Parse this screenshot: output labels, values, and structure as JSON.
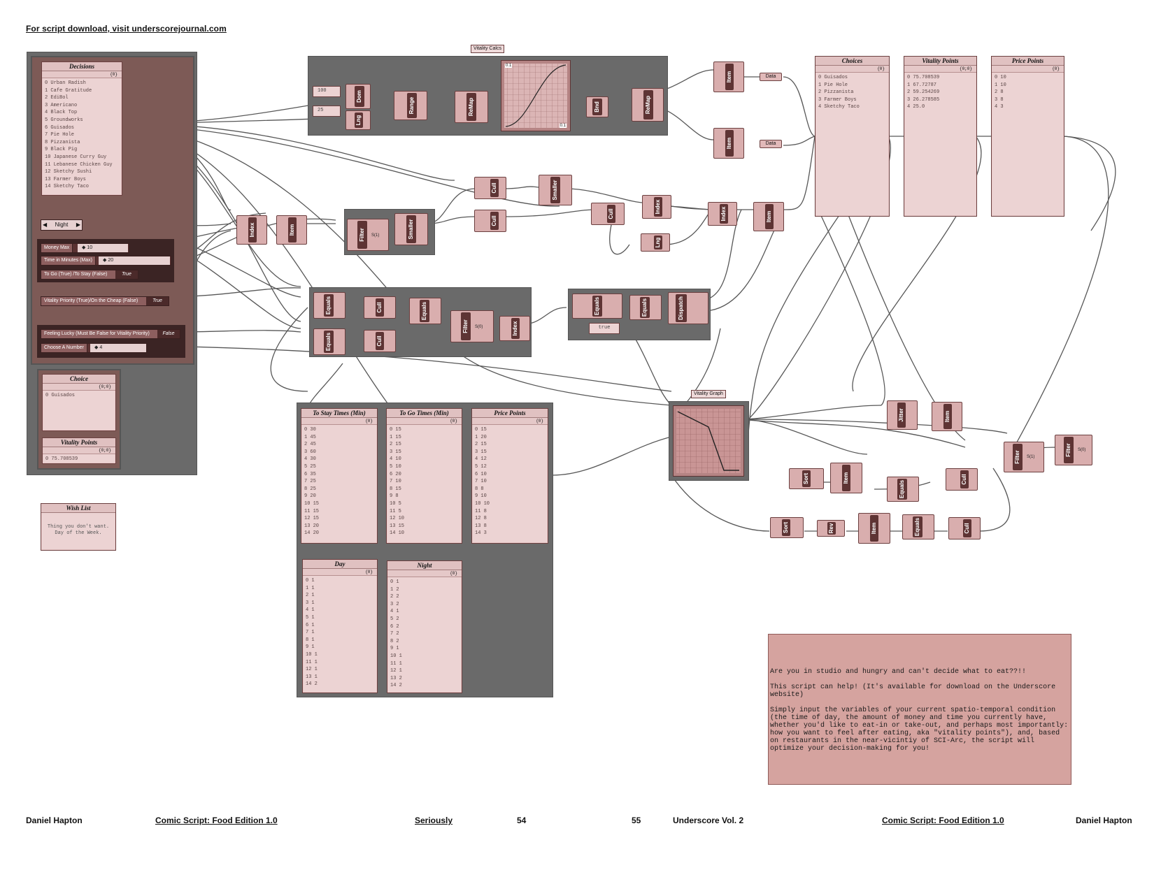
{
  "header": {
    "link_text": "For script download, visit underscorejournal.com"
  },
  "footer": {
    "left_author": "Daniel Hapton",
    "left_title": "Comic Script: Food Edition 1.0",
    "left_section": "Seriously",
    "page_left": "54",
    "page_right": "55",
    "right_section": "Underscore Vol. 2",
    "right_title": "Comic Script: Food Edition 1.0",
    "right_author": "Daniel Hapton"
  },
  "groups": {
    "vitality_calcs": "Vitality Calcs",
    "vitality_graph": "Vitality Graph"
  },
  "decisions": {
    "title": "Decisions",
    "count": "{0}",
    "items": [
      "0 Urban Radish",
      "1 Cafe Gratitude",
      "2 EdiBol",
      "3 Americano",
      "4 Black Top",
      "5 Groundworks",
      "6 Guisados",
      "7 Pie Hole",
      "8 Pizzanista",
      "9 Black Pig",
      "10 Japanese Curry Guy",
      "11 Lebanese Chicken Guy",
      "12 Sketchy Sushi",
      "13 Farmer Boys",
      "14 Sketchy Taco"
    ]
  },
  "inputs": {
    "day_night_value": "Night",
    "money_label": "Money Max",
    "money_value": "◆ 10",
    "time_label": "Time in Minutes (Max)",
    "time_value": "◆ 20",
    "togo_label": "To Go (True) /To Stay (False)",
    "togo_value": "True",
    "vitality_label": "Vitality Priority (True)/On the Cheap (False)",
    "vitality_value": "True",
    "lucky_label": "Feeling Lucky (Must Be False for Vitality Priority)",
    "lucky_value": "False",
    "choose_label": "Choose A Number",
    "choose_value": "◆ 4"
  },
  "choice_out": {
    "title": "Choice",
    "count": "{0;0}",
    "items": [
      "0 Guisados"
    ]
  },
  "vitality_out": {
    "title": "Vitality Points",
    "count": "{0;0}",
    "items": [
      "0 75.708539"
    ]
  },
  "wishlist": {
    "title": "Wish List",
    "lines": [
      "Thing you don't want.",
      "Day of the Week."
    ]
  },
  "vitality_calcs": {
    "num_a": "100",
    "num_b": "25"
  },
  "choices": {
    "title": "Choices",
    "count": "{0}",
    "items": [
      "0 Guisados",
      "1 Pie Hole",
      "2 Pizzanista",
      "3 Farmer Boys",
      "4 Sketchy Taco"
    ]
  },
  "vitality_points": {
    "title": "Vitality Points",
    "count": "{0;0}",
    "items": [
      "0 75.708539",
      "1 67.72787",
      "2 59.254269",
      "3 26.278585",
      "4 25.0"
    ]
  },
  "price_points_top": {
    "title": "Price Points",
    "count": "{0}",
    "items": [
      "0 10",
      "1 10",
      "2 8",
      "3 8",
      "4 3"
    ]
  },
  "to_stay": {
    "title": "To Stay Times (Min)",
    "count": "{0}",
    "items": [
      "0 30",
      "1 45",
      "2 45",
      "3 60",
      "4 30",
      "5 25",
      "6 35",
      "7 25",
      "8 25",
      "9 20",
      "10 15",
      "11 15",
      "12 15",
      "13 20",
      "14 20"
    ]
  },
  "to_go": {
    "title": "To Go Times (Min)",
    "count": "{0}",
    "items": [
      "0 15",
      "1 15",
      "2 15",
      "3 15",
      "4 10",
      "5 10",
      "6 20",
      "7 10",
      "8 15",
      "9 8",
      "10 5",
      "11 5",
      "12 10",
      "13 15",
      "14 10"
    ]
  },
  "price_points": {
    "title": "Price Points",
    "count": "{0}",
    "items": [
      "0 15",
      "1 20",
      "2 15",
      "3 15",
      "4 12",
      "5 12",
      "6 10",
      "7 10",
      "8 8",
      "9 10",
      "10 10",
      "11 8",
      "12 8",
      "13 8",
      "14 3"
    ]
  },
  "day": {
    "title": "Day",
    "count": "{0}",
    "items": [
      "0 1",
      "1 1",
      "2 1",
      "3 1",
      "4 1",
      "5 1",
      "6 1",
      "7 1",
      "8 1",
      "9 1",
      "10 1",
      "11 1",
      "12 1",
      "13 1",
      "14 2"
    ]
  },
  "night": {
    "title": "Night",
    "count": "{0}",
    "items": [
      "0 1",
      "1 2",
      "2 2",
      "3 2",
      "4 1",
      "5 2",
      "6 2",
      "7 2",
      "8 2",
      "9 1",
      "10 1",
      "11 1",
      "12 1",
      "13 2",
      "14 2"
    ]
  },
  "components": {
    "index": "Index",
    "item": "Item",
    "filter": "Filter",
    "smaller": "Smaller",
    "cull": "Cull",
    "equals": "Equals",
    "dispatch": "Dispatch",
    "range": "Range",
    "remap": "ReMap",
    "dom": "Dom",
    "lng": "Lng",
    "bnd": "Bnd",
    "jitter": "Jitter",
    "sort": "Sort",
    "rev": "Rev",
    "data": "Data",
    "true_value": "true",
    "filter_s1": "S(1)",
    "filter_s0": "S(0)",
    "graph_corner_tl": "0.1",
    "graph_corner_br": "0.1"
  },
  "notes": {
    "line1": "Are you in studio and hungry and can't decide what to eat??!!",
    "line2": "This script can help! (It's available for download on the Underscore website)",
    "line3": "Simply input the variables of your current spatio-temporal condition (the time of day, the amount of money and time you currently have, whether you'd like to eat-in or take-out, and perhaps most importantly: how you want to feel after eating, aka \"vitality points\"), and, based on restaurants in the near-vicintiy of SCI-Arc, the script will optimize your decision-making for you!"
  },
  "colors": {
    "canvas": "#ffffff",
    "group_gray": "#6a6a6a",
    "group_brown": "#7d5a56",
    "panel_fill": "#ecd3d3",
    "component": "#d9aeae",
    "component_core": "#5e3434",
    "notes_fill": "#d5a39f"
  }
}
